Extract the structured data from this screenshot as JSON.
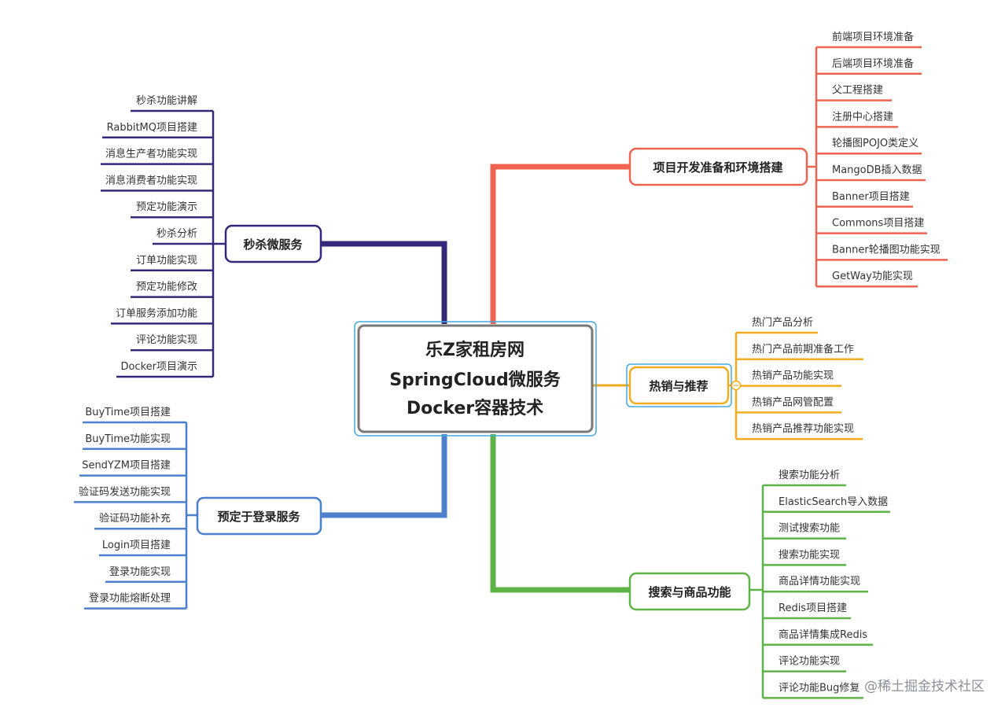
{
  "center": {
    "lines": [
      "乐Z家租房网",
      "SpringCloud微服务",
      "Docker容器技术"
    ]
  },
  "branches": {
    "env": {
      "title": "项目开发准备和环境搭建",
      "color": "#EE6450",
      "items": [
        "前端项目环境准备",
        "后端项目环境准备",
        "父工程搭建",
        "注册中心搭建",
        "轮播图POJO类定义",
        "MangoDB插入数据",
        "Banner项目搭建",
        "Commons项目搭建",
        "Banner轮播图功能实现",
        "GetWay功能实现"
      ]
    },
    "hot": {
      "title": "热销与推荐",
      "color": "#F2AC1D",
      "items": [
        "热门产品分析",
        "热门产品前期准备工作",
        "热销产品功能实现",
        "热销产品网管配置",
        "热销产品推荐功能实现"
      ]
    },
    "search": {
      "title": "搜索与商品功能",
      "color": "#5DB446",
      "items": [
        "搜索功能分析",
        "ElasticSearch导入数据",
        "测试搜索功能",
        "搜索功能实现",
        "商品详情功能实现",
        "Redis项目搭建",
        "商品详情集成Redis",
        "评论功能实现",
        "评论功能Bug修复"
      ]
    },
    "seckill": {
      "title": "秒杀微服务",
      "color": "#33287A",
      "items": [
        "秒杀功能讲解",
        "RabbitMQ项目搭建",
        "消息生产者功能实现",
        "消息消费者功能实现",
        "预定功能演示",
        "秒杀分析",
        "订单功能实现",
        "预定功能修改",
        "订单服务添加功能",
        "评论功能实现",
        "Docker项目演示"
      ]
    },
    "booking": {
      "title": "预定于登录服务",
      "color": "#4C7FCC",
      "items": [
        "BuyTime项目搭建",
        "BuyTime功能实现",
        "SendYZM项目搭建",
        "验证码发送功能实现",
        "验证码功能补充",
        "Login项目搭建",
        "登录功能实现",
        "登录功能熔断处理"
      ]
    }
  },
  "watermark": "@稀土掘金技术社区"
}
